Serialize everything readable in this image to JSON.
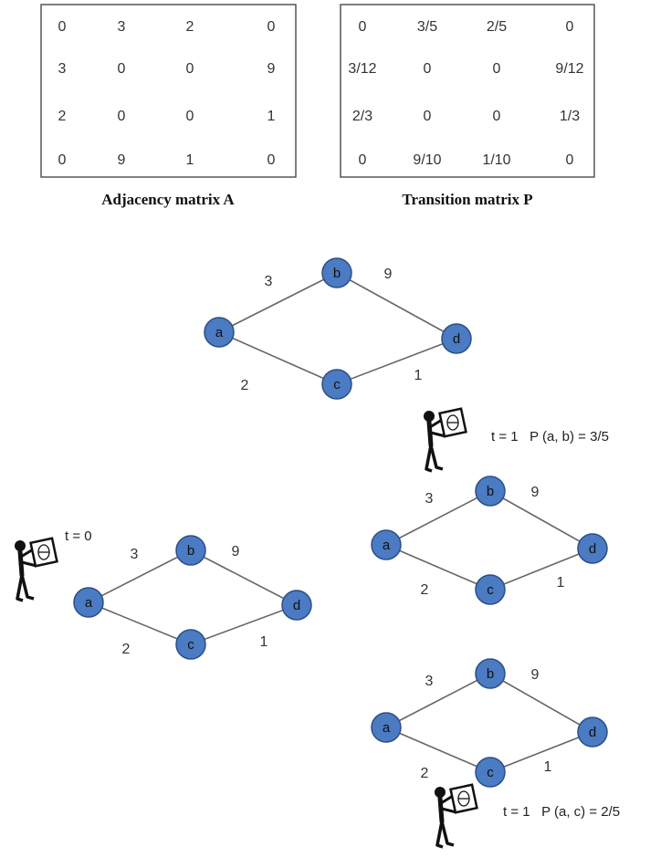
{
  "matrices": [
    {
      "caption": "Adjacency matrix A",
      "rows": [
        [
          "0",
          "3",
          "2",
          "0"
        ],
        [
          "3",
          "0",
          "0",
          "9"
        ],
        [
          "2",
          "0",
          "0",
          "1"
        ],
        [
          "0",
          "9",
          "1",
          "0"
        ]
      ]
    },
    {
      "caption": "Transition matrix P",
      "rows": [
        [
          "0",
          "3/5",
          "2/5",
          "0"
        ],
        [
          "3/12",
          "0",
          "0",
          "9/12"
        ],
        [
          "2/3",
          "0",
          "0",
          "1/3"
        ],
        [
          "0",
          "9/10",
          "1/10",
          "0"
        ]
      ]
    }
  ],
  "graphs": [
    {
      "nodes": [
        "a",
        "b",
        "c",
        "d"
      ],
      "edges": [
        {
          "from": "a",
          "to": "b",
          "weight": "3"
        },
        {
          "from": "b",
          "to": "d",
          "weight": "9"
        },
        {
          "from": "a",
          "to": "c",
          "weight": "2"
        },
        {
          "from": "c",
          "to": "d",
          "weight": "1"
        }
      ]
    },
    {
      "nodes": [
        "a",
        "b",
        "c",
        "d"
      ],
      "edges": [
        {
          "from": "a",
          "to": "b",
          "weight": "3"
        },
        {
          "from": "b",
          "to": "d",
          "weight": "9"
        },
        {
          "from": "a",
          "to": "c",
          "weight": "2"
        },
        {
          "from": "c",
          "to": "d",
          "weight": "1"
        }
      ],
      "note": "t = 0",
      "walker_on": "a"
    },
    {
      "nodes": [
        "a",
        "b",
        "c",
        "d"
      ],
      "edges": [
        {
          "from": "a",
          "to": "b",
          "weight": "3"
        },
        {
          "from": "b",
          "to": "d",
          "weight": "9"
        },
        {
          "from": "a",
          "to": "c",
          "weight": "2"
        },
        {
          "from": "c",
          "to": "d",
          "weight": "1"
        }
      ],
      "note": "t = 1   P (a, b) = 3/5",
      "walker_on": "b"
    },
    {
      "nodes": [
        "a",
        "b",
        "c",
        "d"
      ],
      "edges": [
        {
          "from": "a",
          "to": "b",
          "weight": "3"
        },
        {
          "from": "b",
          "to": "d",
          "weight": "9"
        },
        {
          "from": "a",
          "to": "c",
          "weight": "2"
        },
        {
          "from": "c",
          "to": "d",
          "weight": "1"
        }
      ],
      "note": "t = 1   P (a, c) = 2/5",
      "walker_on": "c"
    }
  ],
  "colors": {
    "node_fill": "#4a7bc3",
    "node_stroke": "#2c4f86",
    "edge": "#666666"
  },
  "icons": [
    "walker-icon"
  ]
}
